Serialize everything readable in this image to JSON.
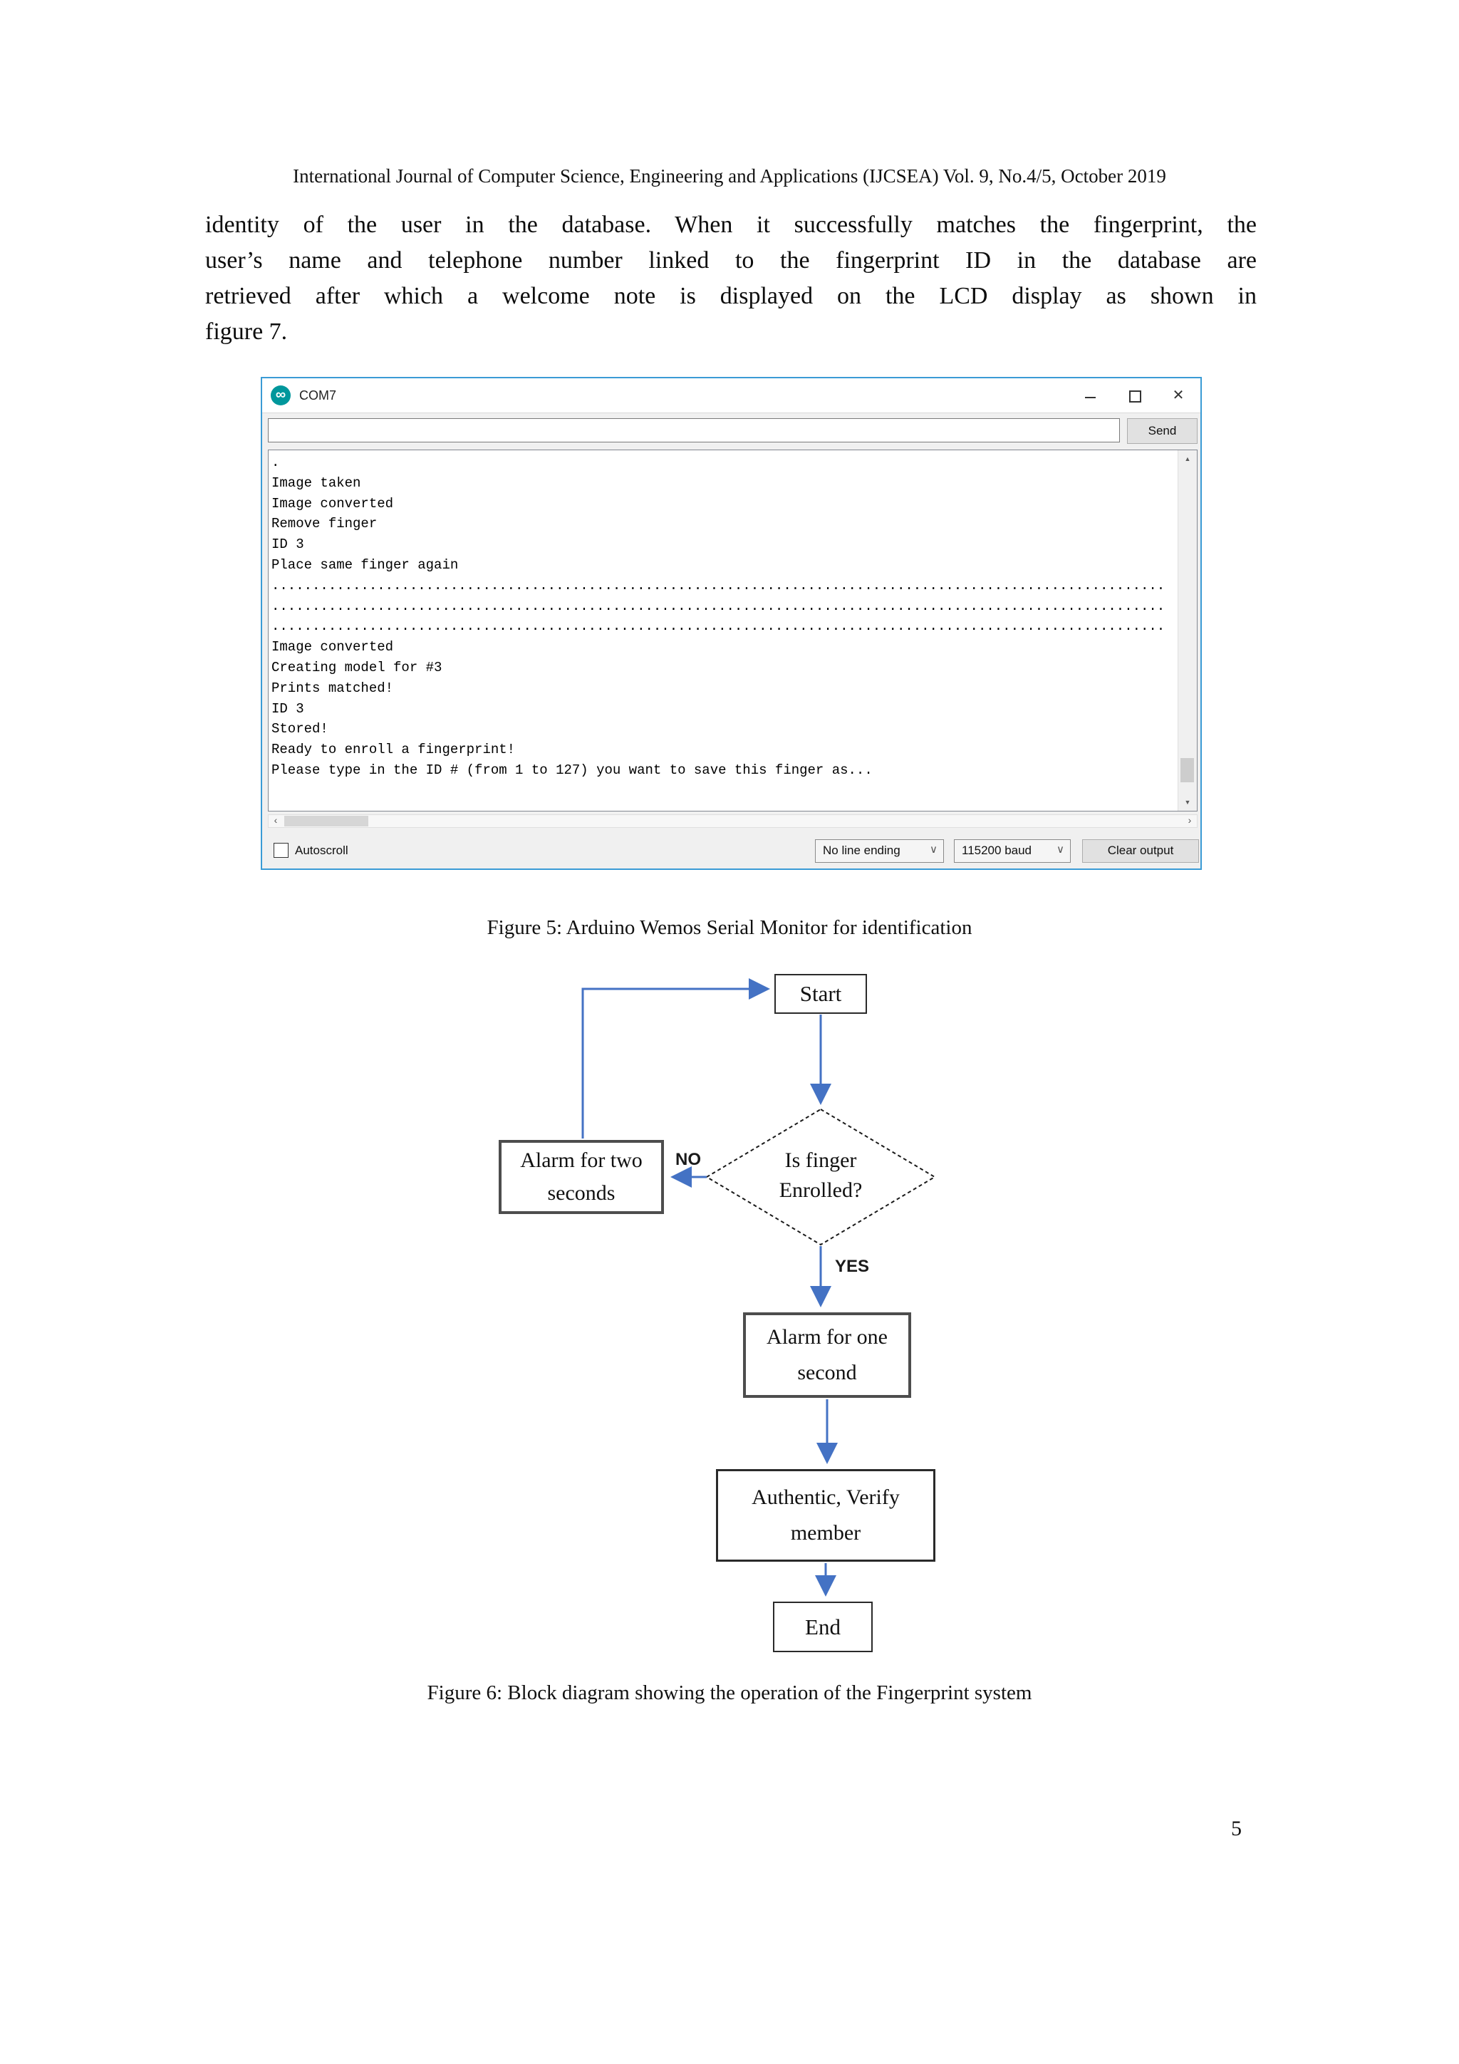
{
  "page": {
    "header": "International Journal of Computer Science, Engineering and Applications (IJCSEA) Vol. 9, No.4/5, October 2019",
    "paragraph_lines": [
      "identity of the user in the database. When it successfully matches the fingerprint, the",
      "user’s name and telephone number linked to the fingerprint ID in the database are",
      "retrieved after which a welcome note is displayed on the LCD display as shown in",
      "figure 7."
    ],
    "figure5_caption": "Figure 5: Arduino Wemos Serial Monitor for identification",
    "figure6_caption": "Figure 6: Block diagram showing the operation of the Fingerprint system",
    "page_number": "5"
  },
  "serial_monitor": {
    "title": "COM7",
    "input_value": "",
    "send_button": "Send",
    "output_lines": [
      ".",
      "Image taken",
      "Image converted",
      "Remove finger",
      "ID 3",
      "Place same finger again",
      "..............................................................................................................",
      "..............................................................................................................",
      "..............................................................................................................",
      "Image converted",
      "Creating model for #3",
      "Prints matched!",
      "ID 3",
      "Stored!",
      "Ready to enroll a fingerprint!",
      "Please type in the ID # (from 1 to 127) you want to save this finger as..."
    ],
    "autoscroll_label": "Autoscroll",
    "line_ending_value": "No line ending",
    "baud_value": "115200 baud",
    "clear_button": "Clear output",
    "icon_glyph": "∞"
  },
  "flowchart": {
    "nodes": {
      "start": "Start",
      "decision": [
        "Is finger",
        "Enrolled?"
      ],
      "alarm_two": [
        "Alarm for two",
        "seconds"
      ],
      "alarm_one": [
        "Alarm for one",
        "second"
      ],
      "authentic": [
        "Authentic, Verify",
        "member"
      ],
      "end": "End"
    },
    "labels": {
      "no": "NO",
      "yes": "YES"
    }
  },
  "colors": {
    "window_border": "#3a9bd5",
    "arduino_teal": "#00979c",
    "arrow_blue": "#4472c4"
  }
}
